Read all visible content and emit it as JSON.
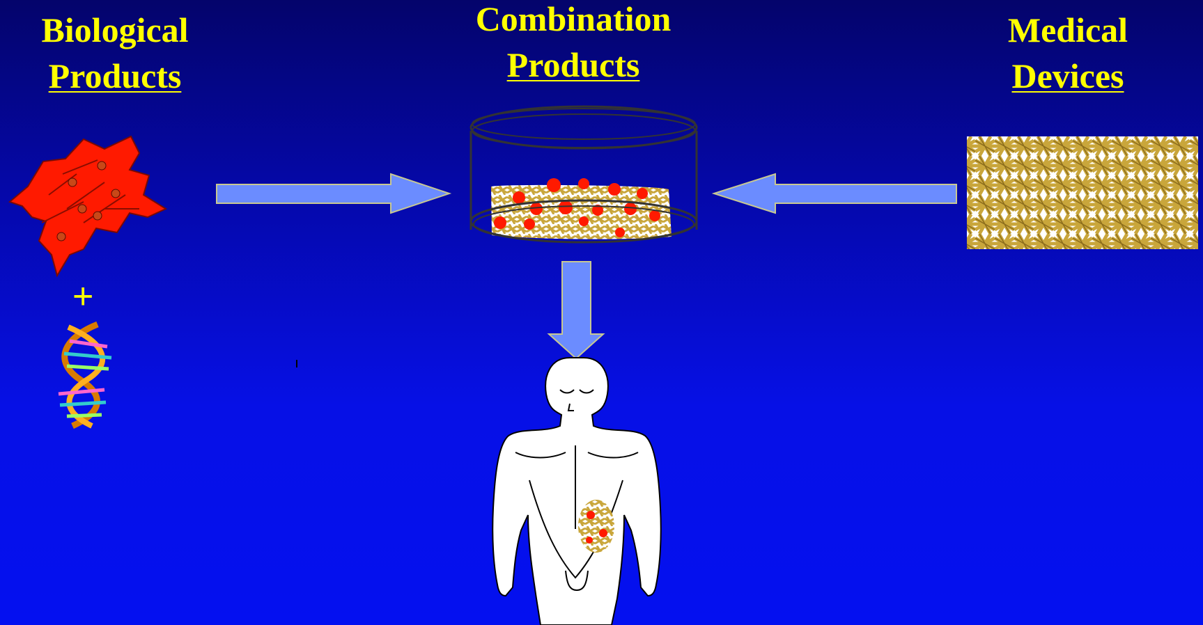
{
  "headings": {
    "biological": {
      "line1": "Biological",
      "line2": "Products"
    },
    "combination": {
      "line1": "Combination",
      "line2": "Products"
    },
    "devices": {
      "line1": "Medical",
      "line2": "Devices"
    }
  },
  "plus_sign": "+",
  "colors": {
    "text": "#ffff00",
    "arrow_fill": "#6b8cff",
    "arrow_stroke": "#c8c890",
    "cells": "#ff1a00",
    "scaffold": "#c9a63b"
  },
  "icons": [
    "cells-icon",
    "dna-helix-icon",
    "petri-dish-icon",
    "scaffold-mesh-icon",
    "human-body-icon"
  ]
}
